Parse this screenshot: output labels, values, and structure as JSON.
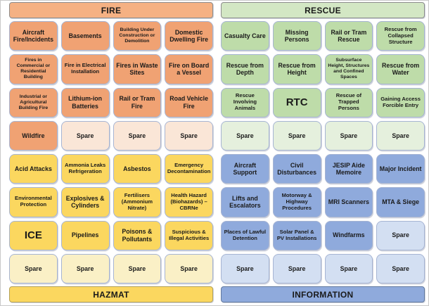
{
  "palette": {
    "fire_header": "#F5B183",
    "fire_tile": "#F0A273",
    "fire_spare": "#FAE6D7",
    "rescue_header": "#D3E7C4",
    "rescue_tile": "#BEDCA9",
    "rescue_spare": "#E5F0DD",
    "hazmat_bar": "#FBD75F",
    "hazmat_tile": "#FBD75F",
    "hazmat_spare": "#FAF0C6",
    "info_bar": "#8FAADC",
    "info_tile": "#8FAADC",
    "info_spare": "#D3DFF2",
    "tile_border": "#A6B4D3"
  },
  "sections": {
    "fire": {
      "header": "FIRE",
      "tiles": [
        "Aircraft Fire/Incidents",
        "Basements",
        "Building Under Construction or Demolition",
        "Domestic Dwelling Fire",
        "Fires in Commercial or Residential Building",
        "Fire in Electrical Installation",
        "Fires in Waste Sites",
        "Fire on Board a Vessel",
        "Industrial or Agricultural Building Fire",
        "Lithium-ion Batteries",
        "Rail or Tram Fire",
        "Road Vehicle Fire",
        "Wildfire",
        "Spare",
        "Spare",
        "Spare"
      ]
    },
    "hazmat": {
      "footer": "HAZMAT",
      "tiles": [
        "Acid Attacks",
        "Ammonia Leaks Refrigeration",
        "Asbestos",
        "Emergency Decontamination",
        "Environmental Protection",
        "Explosives & Cylinders",
        "Fertilisers (Ammonium Nitrate)",
        "Health Hazard (Biohazards) – CBRNe",
        "ICE",
        "Pipelines",
        "Poisons & Pollutants",
        "Suspicious & Illegal Activities",
        "Spare",
        "Spare",
        "Spare",
        "Spare"
      ]
    },
    "rescue": {
      "header": "RESCUE",
      "tiles": [
        "Casualty Care",
        "Missing Persons",
        "Rail or Tram Rescue",
        "Rescue from Collapsed Structure",
        "Rescue from Depth",
        "Rescue from Height",
        "Subsurface Height, Structures and Confined Spaces",
        "Rescue from Water",
        "Rescue Involving Animals",
        "RTC",
        "Rescue of Trapped Persons",
        "Gaining Access Forcible Entry",
        "Spare",
        "Spare",
        "Spare",
        "Spare"
      ]
    },
    "information": {
      "footer": "INFORMATION",
      "tiles": [
        "Aircraft Support",
        "Civil Disturbances",
        "JESIP Aide Memoire",
        "Major Incident",
        "Lifts and Escalators",
        "Motorway & Highway Procedures",
        "MRI Scanners",
        "MTA & Siege",
        "Places of Lawful Detention",
        "Solar Panel & PV Installations",
        "Windfarms",
        "Spare",
        "Spare",
        "Spare",
        "Spare",
        "Spare"
      ]
    }
  }
}
